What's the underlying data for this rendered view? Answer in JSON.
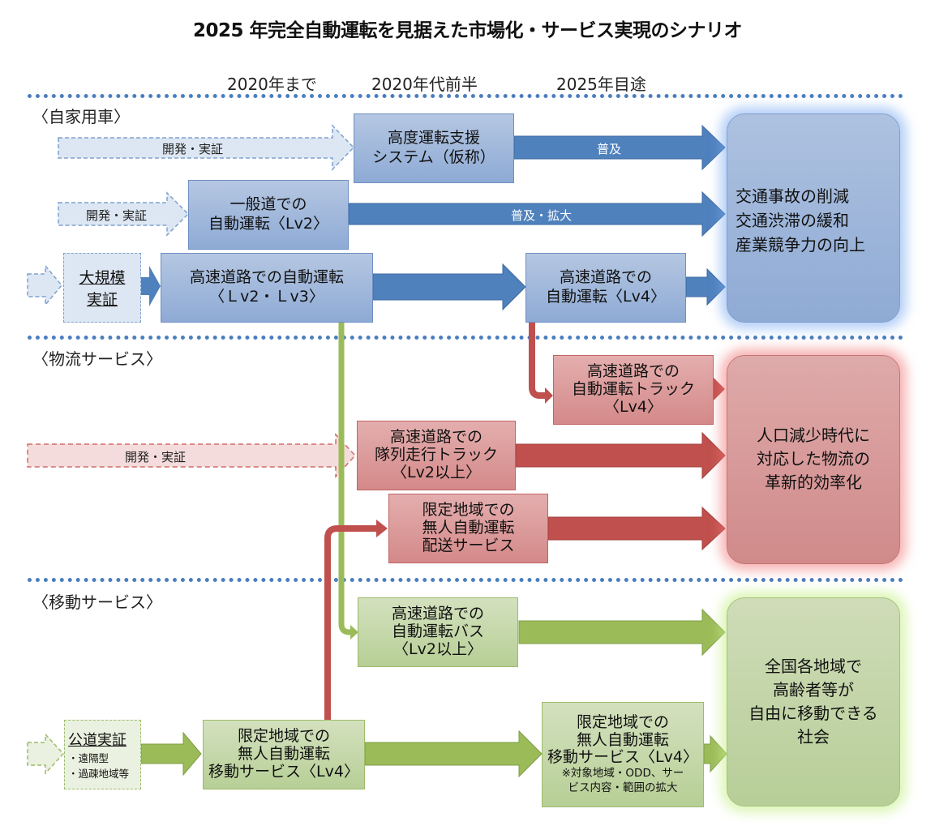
{
  "title": "2025 年完全自動運転を見据えた市場化・サービス実現のシナリオ",
  "periods": [
    "2020年まで",
    "2020年代前半",
    "2025年目途"
  ],
  "colors": {
    "divider": "#4a7ebf",
    "blue_arrow": "#4f81bd",
    "red_arrow": "#c0504d",
    "green_arrow": "#9bbb59"
  },
  "sections": {
    "private": {
      "label": "〈自家用車〉",
      "dev_label_1": "開発・実証",
      "dev_label_2": "開発・実証",
      "large_demo": [
        "大規模",
        "実証"
      ],
      "box_adas": [
        "高度運転支援",
        "システム（仮称）"
      ],
      "box_general": [
        "一般道での",
        "自動運転〈Lv2〉"
      ],
      "box_highway": [
        "高速道路での自動運転",
        "〈Ｌv2・Ｌv3〉"
      ],
      "box_highway_lv4": [
        "高速道路での",
        "自動運転〈Lv4〉"
      ],
      "arrow_spread": "普及",
      "arrow_spread_expand": "普及・拡大",
      "goal": [
        "交通事故の削減",
        "交通渋滞の緩和",
        "産業競争力の向上"
      ]
    },
    "logistics": {
      "label": "〈物流サービス〉",
      "dev_label": "開発・実証",
      "box_truck_lv4": [
        "高速道路での",
        "自動運転トラック",
        "〈Lv4〉"
      ],
      "box_platoon": [
        "高速道路での",
        "隊列走行トラック",
        "〈Lv2以上〉"
      ],
      "box_delivery": [
        "限定地域での",
        "無人自動運転",
        "配送サービス"
      ],
      "goal": [
        "人口減少時代に",
        "対応した物流の",
        "革新的効率化"
      ]
    },
    "mobility": {
      "label": "〈移動サービス〉",
      "public_demo": {
        "title": "公道実証",
        "items": [
          "・遠隔型",
          "・過疎地域等"
        ]
      },
      "box_bus": [
        "高速道路での",
        "自動運転バス",
        "〈Lv2以上〉"
      ],
      "box_limited": [
        "限定地域での",
        "無人自動運転",
        "移動サービス〈Lv4〉"
      ],
      "box_limited_2025": [
        "限定地域での",
        "無人自動運転",
        "移動サービス〈Lv4〉"
      ],
      "note_2025": [
        "※対象地域・ODD、サー",
        "ビス内容・範囲の拡大"
      ],
      "goal": [
        "全国各地域で",
        "高齢者等が",
        "自由に移動できる",
        "社会"
      ]
    }
  }
}
